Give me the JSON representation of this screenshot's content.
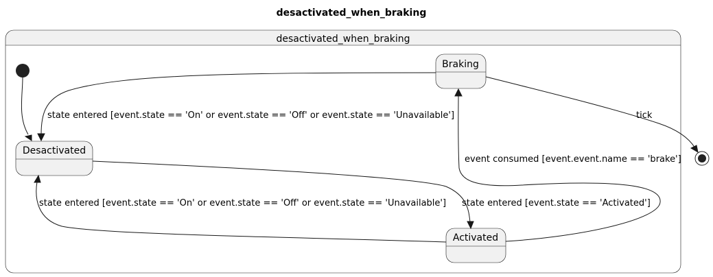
{
  "diagram": {
    "title": "desactivated_when_braking",
    "composite_name": "desactivated_when_braking",
    "states": {
      "braking": "Braking",
      "desactivated": "Desactivated",
      "activated": "Activated"
    },
    "transitions": {
      "braking_to_desactivated": "state entered [event.state == 'On' or event.state == 'Off' or event.state == 'Unavailable']",
      "braking_to_final": "tick",
      "desactivated_to_activated": "state entered [event.state == 'Activated']",
      "activated_to_desactivated": "state entered [event.state == 'On' or event.state == 'Off' or event.state == 'Unavailable']",
      "activated_to_braking": "event consumed [event.event.name == 'brake']"
    }
  }
}
